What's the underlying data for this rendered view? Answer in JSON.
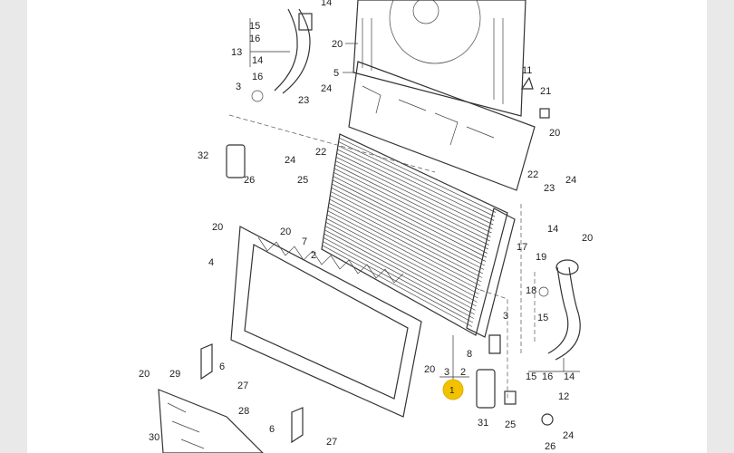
{
  "diagram": {
    "title": "Radiator assembly exploded parts diagram",
    "highlight_color": "#f2c200",
    "highlighted_callout": "1",
    "callouts": [
      "14",
      "15",
      "16",
      "13",
      "14",
      "20",
      "5",
      "16",
      "3",
      "24",
      "23",
      "22",
      "11",
      "21",
      "20",
      "32",
      "24",
      "26",
      "25",
      "20",
      "7",
      "2",
      "20",
      "4",
      "22",
      "23",
      "24",
      "14",
      "20",
      "17",
      "19",
      "18",
      "15",
      "3",
      "8",
      "20",
      "3",
      "2",
      "15",
      "16",
      "14",
      "12",
      "31",
      "25",
      "24",
      "26",
      "6",
      "20",
      "29",
      "27",
      "28",
      "6",
      "27",
      "30",
      "1"
    ]
  }
}
